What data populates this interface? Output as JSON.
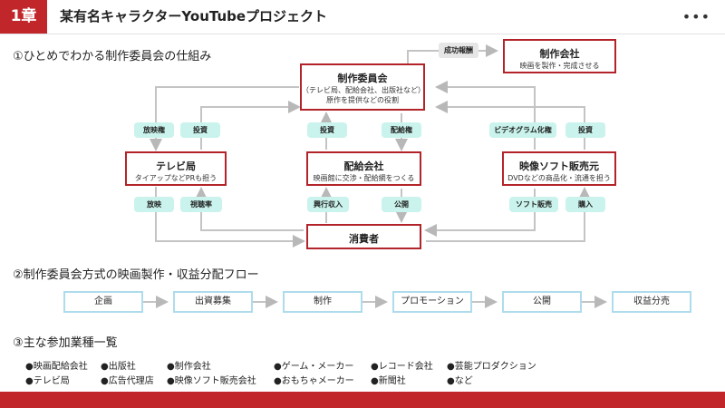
{
  "header": {
    "chapter": "1章",
    "title": "某有名キャラクターYouTubeプロジェクト",
    "more": "•••"
  },
  "section1": {
    "title": "①ひとめでわかる制作委員会の仕組み"
  },
  "diagram": {
    "committee": {
      "title": "制作委員会",
      "desc1": "（テレビ局、配給会社、出版社など）",
      "desc2": "原作を提供などの役割"
    },
    "production": {
      "title": "制作会社",
      "desc1": "映画を製作・完成させる"
    },
    "tv": {
      "title": "テレビ局",
      "desc1": "タイアップなどPRも担う"
    },
    "distributor": {
      "title": "配給会社",
      "desc1": "映画館に交渉・配給網をつくる"
    },
    "video": {
      "title": "映像ソフト販売元",
      "desc1": "DVDなどの商品化・流通を担う"
    },
    "consumer": {
      "title": "消費者"
    },
    "tags": {
      "success_fee": "成功報酬",
      "broadcast_rights": "放映権",
      "invest_tv": "投資",
      "invest_dist": "投資",
      "dist_rights": "配給権",
      "videogram": "ビデオグラム化権",
      "invest_video": "投資",
      "broadcast": "放映",
      "ratings": "視聴率",
      "box_office": "興行収入",
      "release": "公開",
      "software_sales": "ソフト販売",
      "purchase": "購入"
    }
  },
  "section2": {
    "title": "②制作委員会方式の映画製作・収益分配フロー"
  },
  "flow": [
    "企画",
    "出資募集",
    "制作",
    "プロモーション",
    "公開",
    "収益分売"
  ],
  "section3": {
    "title": "③主な参加業種一覧"
  },
  "industries": [
    "●映画配給会社",
    "●出版社",
    "●制作会社",
    "●ゲーム・メーカー",
    "●レコード会社",
    "●芸能プロダクション",
    "●テレビ局",
    "●広告代理店",
    "●映像ソフト販売会社",
    "●おもちゃメーカー",
    "●新聞社",
    "●など"
  ],
  "colors": {
    "accent": "#c0262a",
    "tag": "#c9f3ec",
    "flow_border": "#aedcec"
  }
}
